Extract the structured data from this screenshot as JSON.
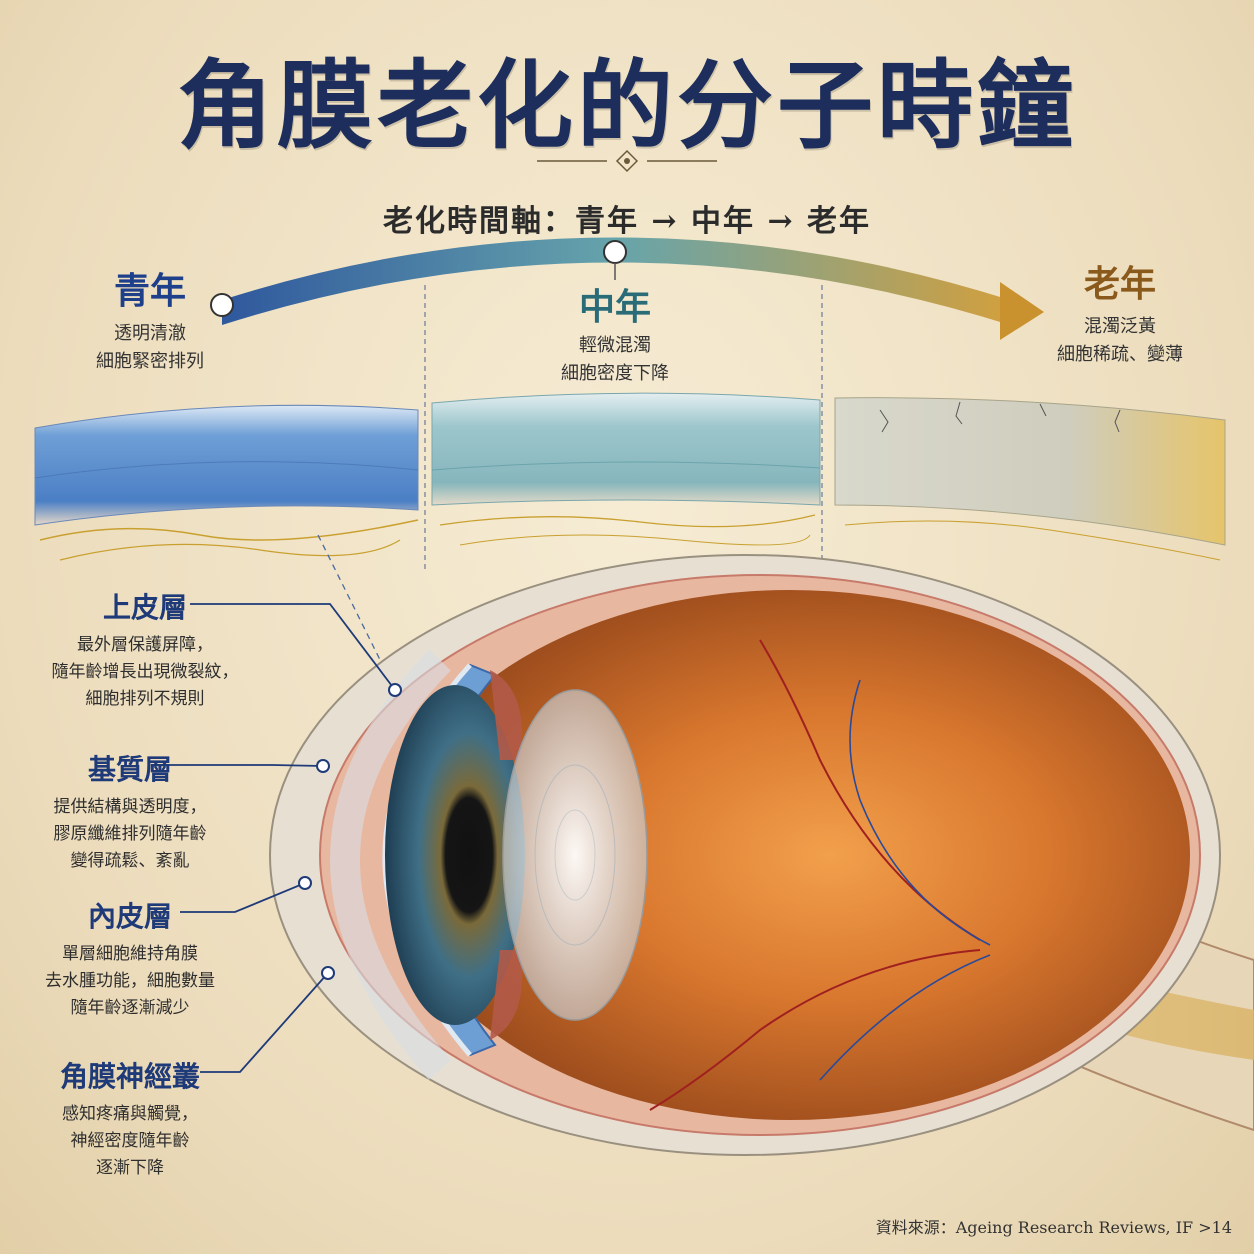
{
  "title": "角膜老化的分子時鐘",
  "timeline": {
    "title": "老化時間軸：青年 → 中年 → 老年",
    "stages": [
      {
        "label": "青年",
        "desc1": "透明清澈",
        "desc2": "細胞緊密排列",
        "color": "#1e3f8a"
      },
      {
        "label": "中年",
        "desc1": "輕微混濁",
        "desc2": "細胞密度下降",
        "color": "#2a6b78"
      },
      {
        "label": "老年",
        "desc1": "混濁泛黃",
        "desc2": "細胞稀疏、變薄",
        "color": "#8a5a1c"
      }
    ]
  },
  "layers": [
    {
      "title": "上皮層",
      "lines": [
        "最外層保護屏障，",
        "隨年齡增長出現微裂紋，",
        "細胞排列不規則"
      ]
    },
    {
      "title": "基質層",
      "lines": [
        "提供結構與透明度，",
        "膠原纖維排列隨年齡",
        "變得疏鬆、紊亂"
      ]
    },
    {
      "title": "內皮層",
      "lines": [
        "單層細胞維持角膜",
        "去水腫功能，細胞數量",
        "隨年齡逐漸減少"
      ]
    },
    {
      "title": "角膜神經叢",
      "lines": [
        "感知疼痛與觸覺，",
        "神經密度隨年齡",
        "逐漸下降"
      ]
    }
  ],
  "source": "資料來源：Ageing Research Reviews, IF >14",
  "colors": {
    "title": "#1d2d5c",
    "young": "#2f5fb0",
    "middle": "#5aa0a8",
    "old": "#c9962e",
    "label_blue": "#1e3a78"
  }
}
